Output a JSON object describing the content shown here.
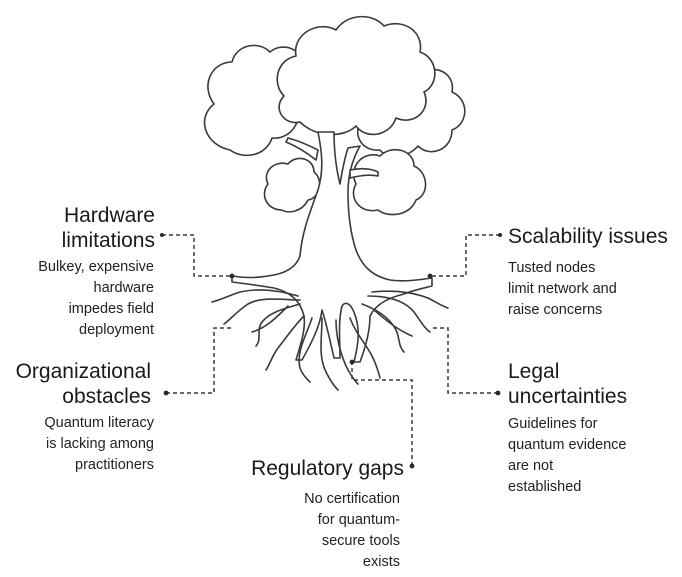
{
  "colors": {
    "line": "#3a3a3a",
    "text": "#222222",
    "background": "#ffffff"
  },
  "icons": {
    "illustration": "tree-with-roots-icon"
  },
  "labels": {
    "hardware": {
      "title_lines": [
        "Hardware",
        "limitations"
      ],
      "desc_lines": [
        "Bulkey, expensive",
        "hardware",
        "impedes field",
        "deployment"
      ]
    },
    "scalability": {
      "title_lines": [
        "Scalability issues"
      ],
      "desc_lines": [
        "Tusted nodes",
        "limit network and",
        "raise concerns"
      ]
    },
    "organizational": {
      "title_lines": [
        "Organizational",
        "obstacles"
      ],
      "desc_lines": [
        "Quantum literacy",
        "is lacking among",
        "practitioners"
      ]
    },
    "legal": {
      "title_lines": [
        "Legal",
        "uncertainties"
      ],
      "desc_lines": [
        "Guidelines for",
        "quantum evidence",
        "are not",
        "established"
      ]
    },
    "regulatory": {
      "title_lines": [
        "Regulatory gaps"
      ],
      "desc_lines": [
        "No certification",
        "for quantum-",
        "secure tools",
        "exists"
      ]
    }
  }
}
